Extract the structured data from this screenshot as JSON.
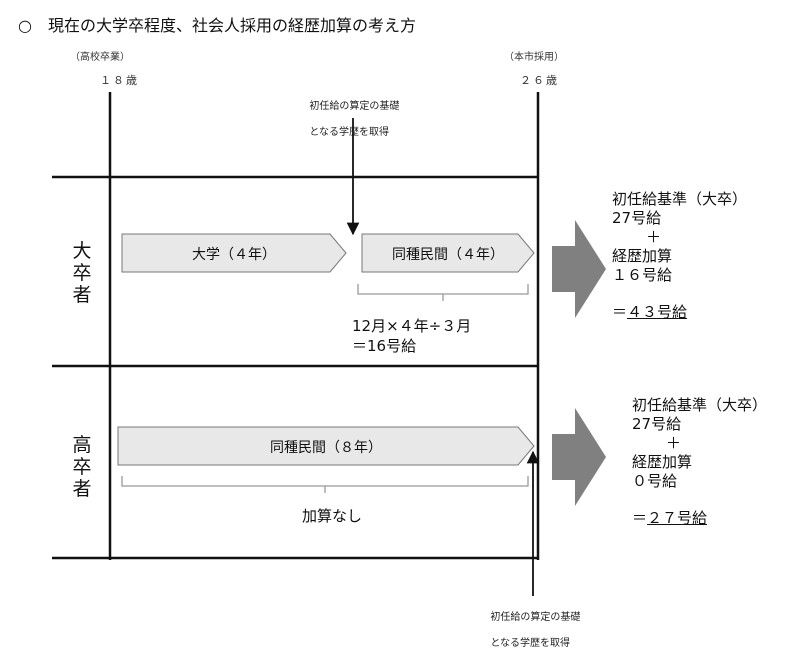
{
  "title": "○　現在の大学卒程度、社会人採用の経歴加算の考え方",
  "timeline": {
    "left_caption": "（高校卒業）",
    "left_age": "１８歳",
    "right_caption": "（本市採用）",
    "right_age": "２６歳"
  },
  "notes": {
    "top_line1": "初任給の算定の基礎",
    "top_line2": "となる学歴を取得",
    "bottom_line1": "初任給の算定の基礎",
    "bottom_line2": "となる学歴を取得"
  },
  "rows": [
    {
      "label": "大卒者",
      "bars": [
        "大学（４年）",
        "同種民間（４年）"
      ],
      "calc_line1": "12月×４年÷３月",
      "calc_line2": "＝16号給",
      "result": {
        "line1": "初任給基準（大卒）",
        "line2": "27号給",
        "plus": "＋",
        "line3": "経歴加算",
        "line4": "１６号給",
        "total_prefix": "＝",
        "total_value": "４３号給"
      }
    },
    {
      "label": "高卒者",
      "bars": [
        "同種民間（８年）"
      ],
      "calc_line1": "加算なし",
      "result": {
        "line1": "初任給基準（大卒）",
        "line2": "27号給",
        "plus": "＋",
        "line3": "経歴加算",
        "line4": "０号給",
        "total_prefix": "＝",
        "total_value": "２７号給"
      }
    }
  ],
  "colors": {
    "bar_fill": "#e8e8e8",
    "bar_stroke": "#777777",
    "big_arrow": "#808080",
    "line": "#111111",
    "brace": "#999999"
  }
}
